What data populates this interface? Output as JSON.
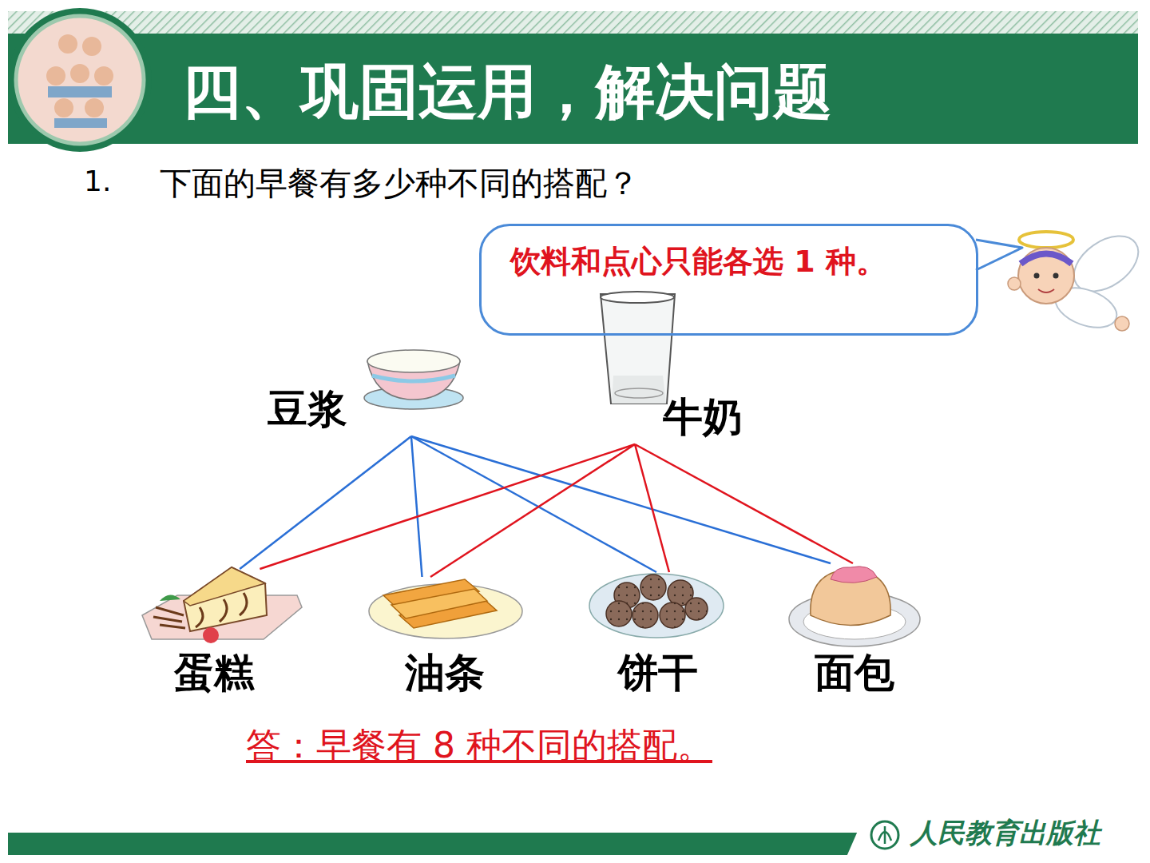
{
  "diagram": {
    "title": "四、巩固运用，解决问题",
    "nodes": [
      {
        "text": [
          "饮料和点心只能各选 1 种。"
        ]
      },
      {
        "text": [
          "豆浆"
        ]
      },
      {
        "text": [
          "牛奶"
        ]
      },
      {
        "text": [
          "蛋糕"
        ]
      },
      {
        "text": [
          "油条"
        ]
      },
      {
        "text": [
          "饼干"
        ]
      },
      {
        "text": [
          "面包"
        ]
      }
    ],
    "edges": [
      {
        "from": 1,
        "to": 3,
        "arrow": "none"
      },
      {
        "from": 1,
        "to": 4,
        "arrow": "none"
      },
      {
        "from": 1,
        "to": 5,
        "arrow": "none"
      },
      {
        "from": 1,
        "to": 6,
        "arrow": "none"
      },
      {
        "from": 2,
        "to": 3,
        "arrow": "none"
      },
      {
        "from": 2,
        "to": 4,
        "arrow": "none"
      },
      {
        "from": 2,
        "to": 5,
        "arrow": "none"
      },
      {
        "from": 2,
        "to": 6,
        "arrow": "none"
      }
    ],
    "labels": [
      "1.",
      "下面的早餐有多少种不同的搭配？",
      "答：早餐有 8 种不同的搭配。",
      "人民教育出版社"
    ]
  }
}
